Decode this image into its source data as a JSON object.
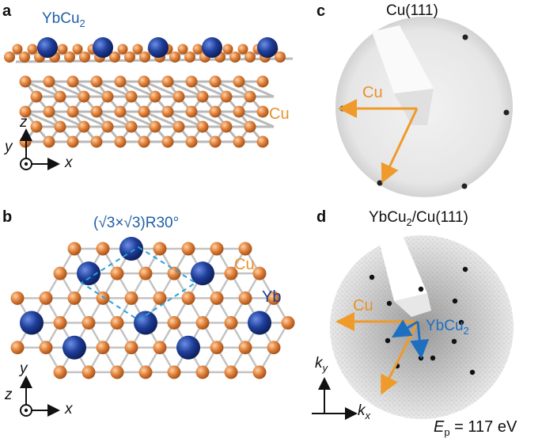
{
  "panels": {
    "a": {
      "label": "a",
      "film_label": "YbCu",
      "film_sub": "2",
      "substrate_label": "Cu",
      "axes": {
        "vertical": "z",
        "into": "y",
        "horizontal": "x"
      }
    },
    "b": {
      "label": "b",
      "cell_label": "(√3×√3)R30°",
      "cu_label": "Cu",
      "yb_label": "Yb",
      "axes": {
        "vertical": "y",
        "into": "z",
        "horizontal": "x"
      }
    },
    "c": {
      "label": "c",
      "title": "Cu(111)",
      "arrow_label": "Cu"
    },
    "d": {
      "label": "d",
      "title_main": "YbCu",
      "title_sub": "2",
      "title_rest": "/Cu(111)",
      "cu_arrow_label": "Cu",
      "film_arrow_label": "YbCu",
      "film_arrow_sub": "2",
      "k_vertical": "k",
      "k_vertical_sub": "y",
      "k_horizontal": "k",
      "k_horizontal_sub": "x",
      "energy_label": "E",
      "energy_sub": "p",
      "energy_value": "= 117 eV"
    }
  },
  "colors": {
    "cu": "#e0813a",
    "yb": "#1f3f9a",
    "arrow_orange": "#ef9a2a",
    "arrow_blue": "#1e6fbf"
  }
}
